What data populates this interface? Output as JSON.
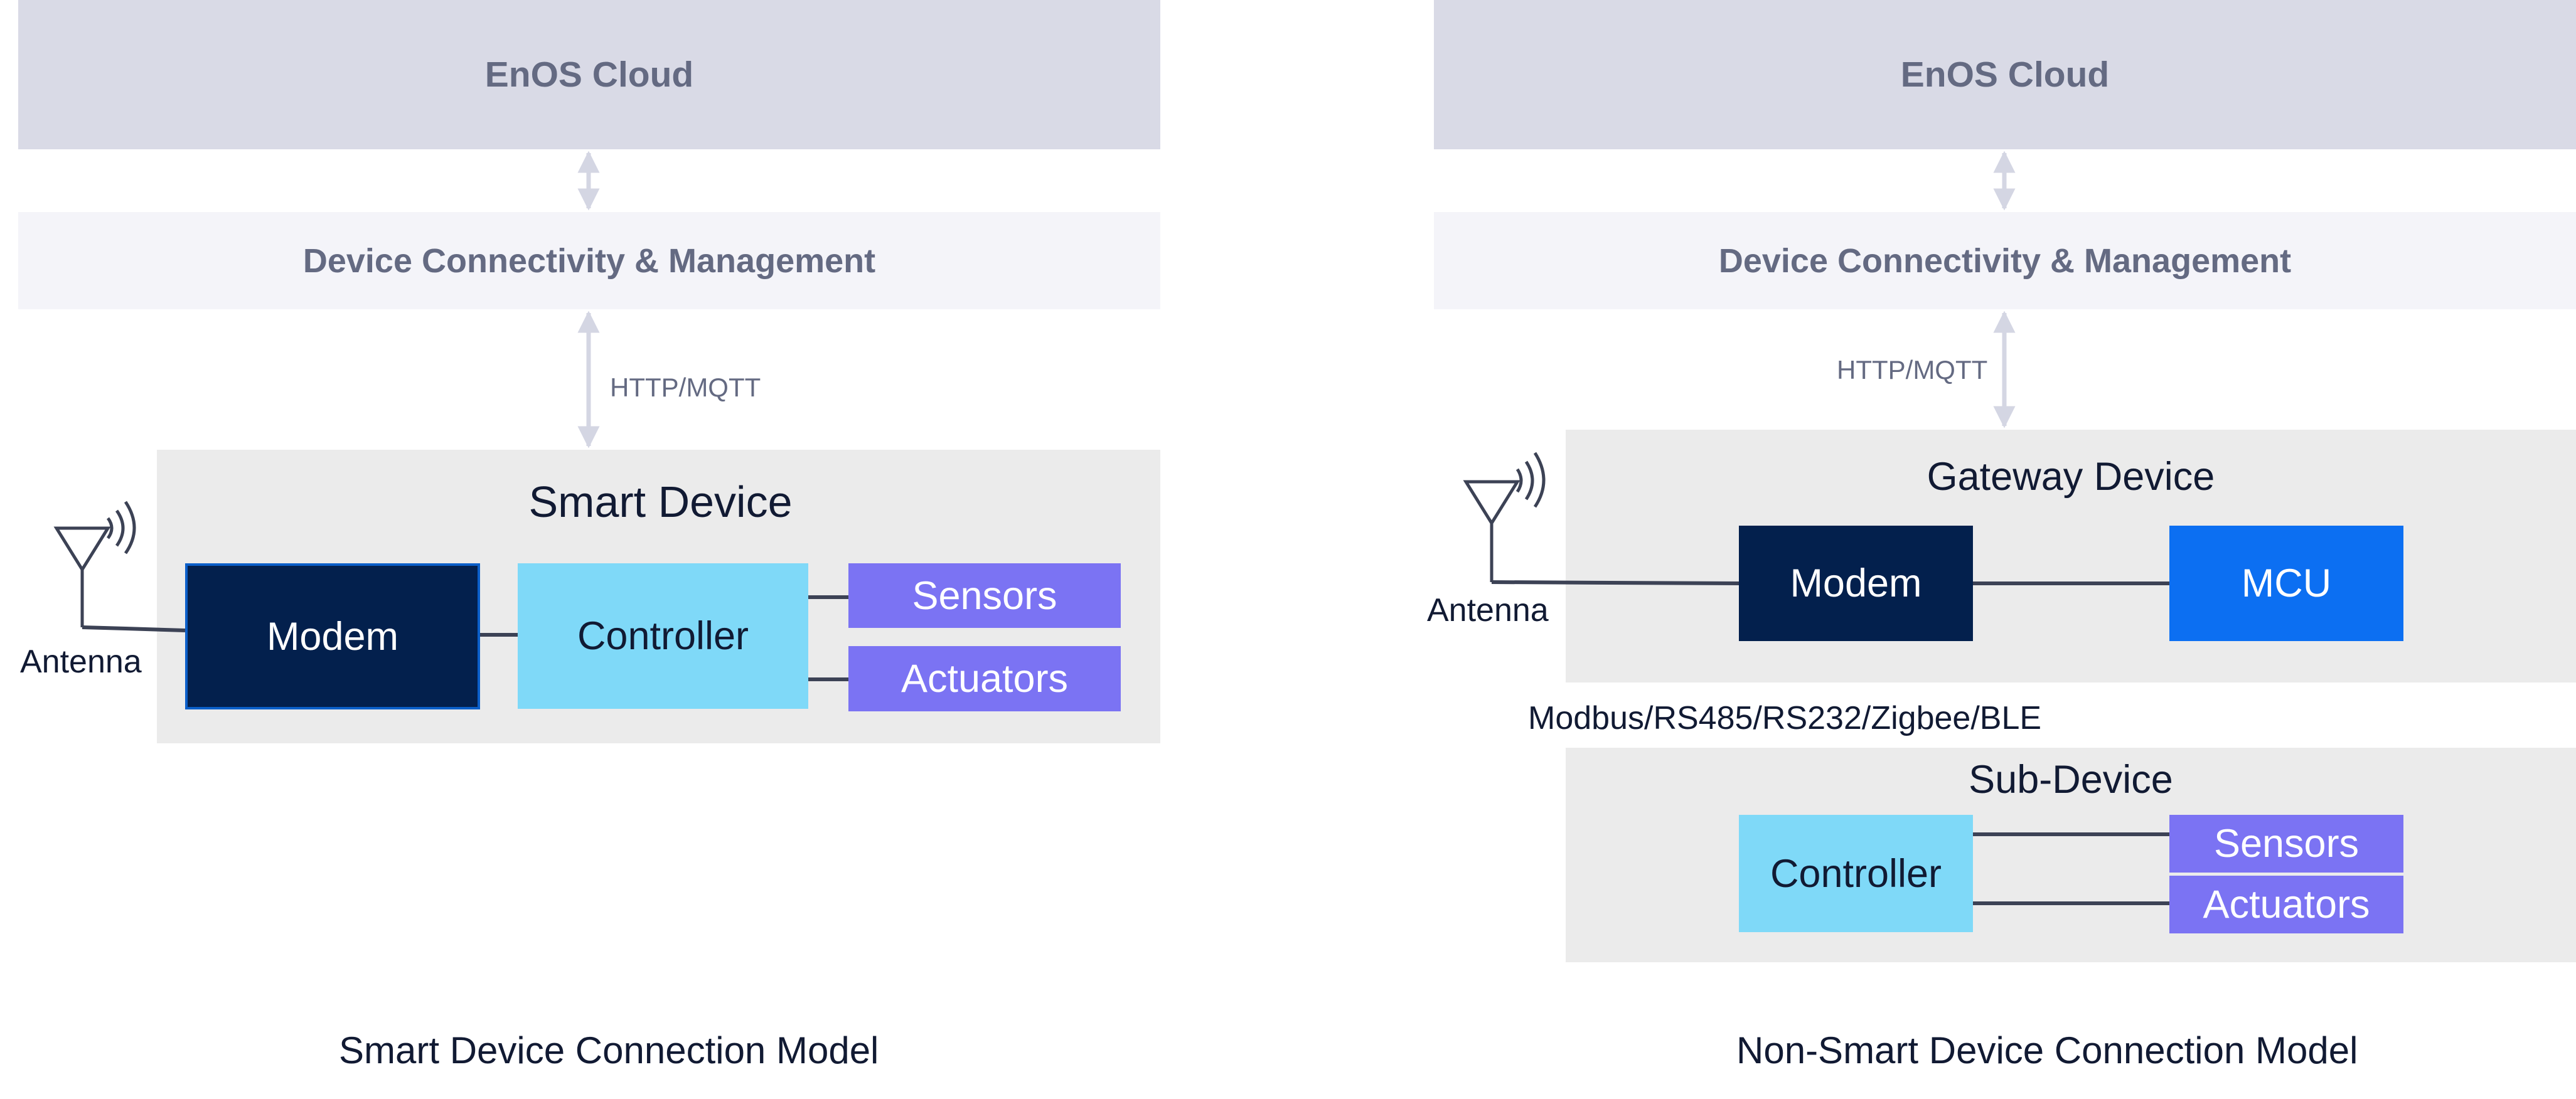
{
  "left": {
    "cloud": "EnOS Cloud",
    "dcm": "Device Connectivity & Management",
    "protocol": "HTTP/MQTT",
    "panel_title": "Smart Device",
    "antenna": "Antenna",
    "modem": "Modem",
    "controller": "Controller",
    "sensors": "Sensors",
    "actuators": "Actuators",
    "caption": "Smart Device Connection Model"
  },
  "right": {
    "cloud": "EnOS Cloud",
    "dcm": "Device Connectivity & Management",
    "protocol": "HTTP/MQTT",
    "gateway_title": "Gateway Device",
    "antenna": "Antenna",
    "modem": "Modem",
    "mcu": "MCU",
    "bus_protocols": "Modbus/RS485/RS232/Zigbee/BLE",
    "subdevice_title": "Sub-Device",
    "controller": "Controller",
    "sensors": "Sensors",
    "actuators": "Actuators",
    "caption": "Non-Smart Device Connection Model"
  },
  "colors": {
    "cloud": "#d9dae6",
    "dcm": "#f4f4f9",
    "panel": "#ebebeb",
    "modem": "#03204d",
    "controller": "#7fd9f8",
    "sensors_actuators": "#7b73f3",
    "mcu": "#0c6ff2",
    "arrow": "#d4d6e3"
  }
}
